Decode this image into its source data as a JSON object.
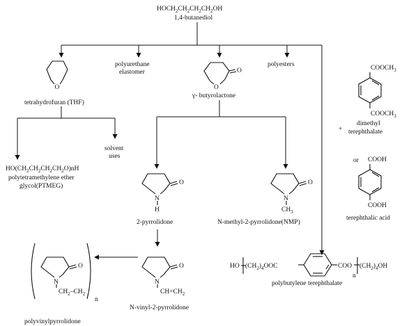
{
  "top": {
    "formula_main": "HOCH",
    "sub1": "2",
    "ch2a": "CH",
    "sub2": "2",
    "ch2b": "CH",
    "sub3": "2",
    "ch2c": "CH",
    "sub4": "2",
    "oh": "OH",
    "name": "1,4-butanediol"
  },
  "thf": {
    "o": "O",
    "name": "tetrahydrofuran (THF)"
  },
  "polyurethane": {
    "line1": "polyurethane",
    "line2": "elastomer"
  },
  "gbl": {
    "o_ring": "O",
    "o_carbonyl": "O",
    "name": "γ- butyrolactone"
  },
  "polyesters": {
    "label": "polyesters"
  },
  "ptmeg": {
    "ho": "HO",
    "paren_open": "(",
    "chain": "CH",
    "s1": "2",
    "c2": "CH",
    "s2": "2",
    "c3": "CH",
    "s3": "2",
    "c4": "CH",
    "s4": "2",
    "o_close": "O)",
    "nh": "nH",
    "line1": "polytetramethylene ether",
    "line2": "glycol(PTMEG)"
  },
  "solvent": {
    "line1": "solvent",
    "line2": "uses"
  },
  "pyrrolidone": {
    "o": "O",
    "n": "N",
    "h": "H",
    "name": "2-pyrrolidone"
  },
  "nmp": {
    "o": "O",
    "n": "N",
    "ch": "CH",
    "sub": "3",
    "name": "N-methyl-2-pyrrolidone(NMP)"
  },
  "nvp": {
    "o": "O",
    "n": "N",
    "vinyl": "CH=CH",
    "vsub": "2",
    "name": "N-vinyl-2-pyrrolidone"
  },
  "pvp": {
    "o": "O",
    "n": "N",
    "ch2a": "CH",
    "s1": "2",
    "ch2b": "CH",
    "s2": "2",
    "n_sub": "n",
    "name": "polyvinylpyrrolidone"
  },
  "dmt": {
    "top": "COOCH",
    "top_sub": "3",
    "bottom": "COOCH",
    "bottom_sub": "3",
    "plus": "+",
    "line1": "dimethyl",
    "line2": "terephthalate"
  },
  "or": {
    "label": "or"
  },
  "tpa": {
    "top": "COOH",
    "bottom": "COOH",
    "name": "terephthalic acid"
  },
  "pbt": {
    "ho": "HO",
    "ch2": "(CH",
    "s1": "2",
    "close": ")",
    "s2": "4",
    "ooc": "OOC",
    "coo": "COO",
    "n": "n",
    "ch2b": "(CH",
    "s3": "2",
    "close2": ")",
    "s4": "4",
    "oh": "OH",
    "name": "polybutylene terephthalate"
  }
}
